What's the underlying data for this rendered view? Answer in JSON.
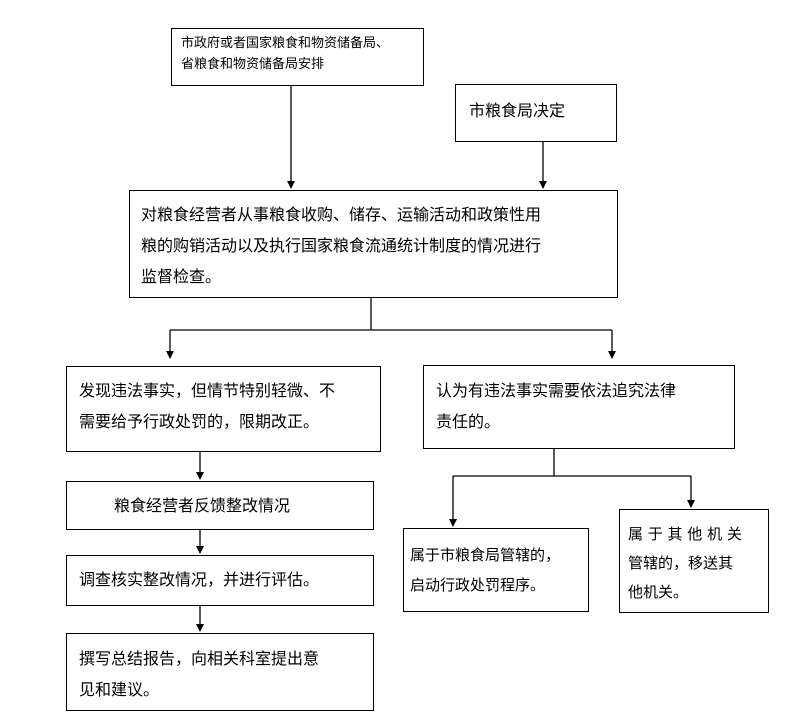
{
  "flowchart": {
    "top_left": "市政府或者国家粮食和物资储备局、\n省粮食和物资储备局安排",
    "top_right": "市粮食局决定",
    "main": "对粮食经营者从事粮食收购、储存、运输活动和政策性用\n粮的购销活动以及执行国家粮食流通统计制度的情况进行\n监督检查。",
    "left_branch": "发现违法事实，但情节特别轻微、不\n需要给予行政处罚的，限期改正。",
    "feedback": "粮食经营者反馈整改情况",
    "verify": "调查核实整改情况，并进行评估。",
    "report": "撰写总结报告，向相关科室提出意\n见和建议。",
    "right_branch": "认为有违法事实需要依法追究法律\n责任的。",
    "city_case": "属于市粮食局管辖的，\n启动行政处罚程序。",
    "other_case": "属 于 其 他 机 关\n管辖的，移送其\n他机关。"
  }
}
